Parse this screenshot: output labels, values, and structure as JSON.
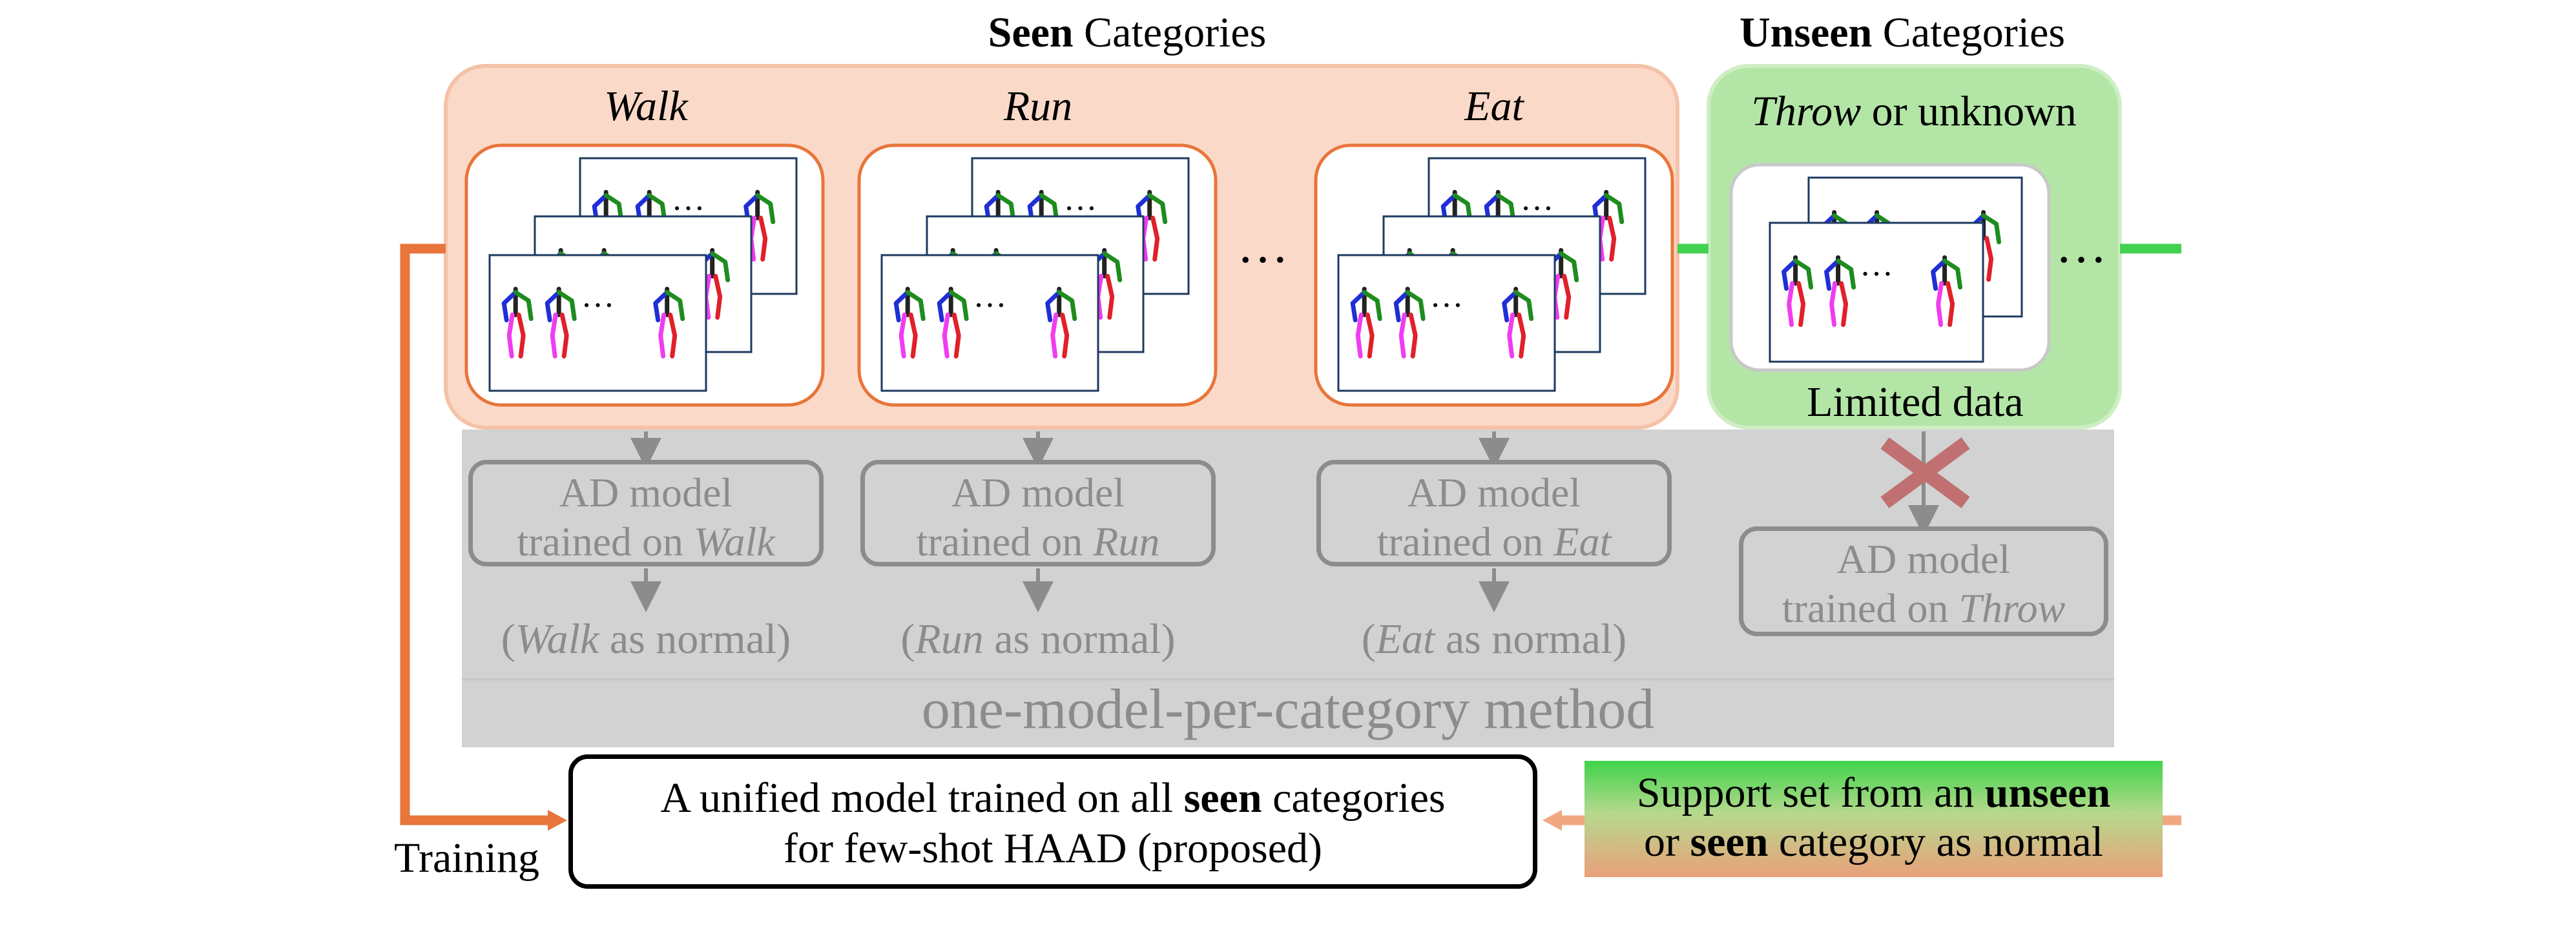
{
  "headers": {
    "seen_bold": "Seen",
    "seen_rest": " Categories",
    "unseen_bold": "Unseen",
    "unseen_rest": " Categories"
  },
  "categories": {
    "walk": "Walk",
    "run": "Run",
    "eat": "Eat",
    "throw_italic": "Throw",
    "throw_rest": " or unknown",
    "ellipsis": "…"
  },
  "limited_data": "Limited data",
  "ad_models": [
    {
      "line1": "AD model",
      "line2_prefix": "trained on ",
      "line2_cat": "Walk",
      "normal_open": "(",
      "normal_cat": "Walk",
      "normal_rest": " as normal)"
    },
    {
      "line1": "AD model",
      "line2_prefix": "trained on ",
      "line2_cat": "Run",
      "normal_open": "(",
      "normal_cat": "Run",
      "normal_rest": " as normal)"
    },
    {
      "line1": "AD model",
      "line2_prefix": "trained on ",
      "line2_cat": "Eat",
      "normal_open": "(",
      "normal_cat": "Eat",
      "normal_rest": " as normal)"
    },
    {
      "line1": "AD model",
      "line2_prefix": "trained on ",
      "line2_cat": "Throw"
    }
  ],
  "method_label": "one-model-per-category method",
  "unified": {
    "line1_prefix": "A unified model trained on all ",
    "line1_bold": "seen",
    "line1_suffix": " categories",
    "line2": "for few-shot HAAD (proposed)"
  },
  "support": {
    "line1_prefix": "Support set from an ",
    "line1_bold": "unseen",
    "line2_prefix": "or ",
    "line2_bold": "seen",
    "line2_suffix": " category as normal"
  },
  "training_label": "Training",
  "colors": {
    "seen_panel": "#fbd9c8",
    "seen_border": "#e8753a",
    "unseen_panel": "#b3e6a6",
    "gray_band": "#d2d2d2",
    "gray_text": "#8c8c8c",
    "orange_arrow": "#e8753a",
    "green_line": "#43d151",
    "red_cross": "#c07070",
    "skeleton_blue": "#1f2fd6",
    "skeleton_green": "#1e8c1e",
    "skeleton_magenta": "#f03cf0",
    "skeleton_red": "#e0202a"
  }
}
